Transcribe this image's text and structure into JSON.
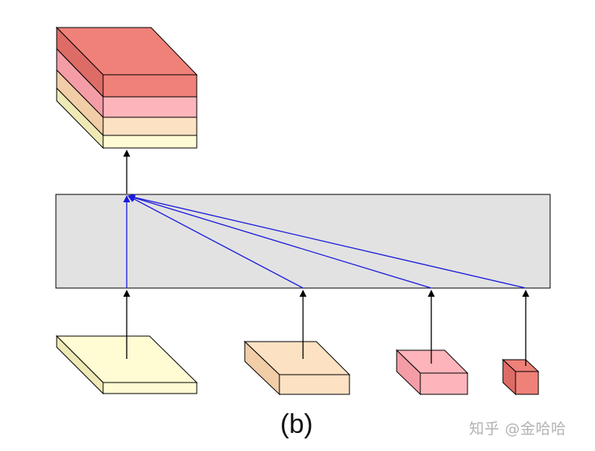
{
  "caption": "(b)",
  "watermark": "知乎 @金哈哈",
  "colors": {
    "level1": "#fffbd3",
    "level1_side": "#efe9b6",
    "level2": "#fde1c3",
    "level2_side": "#f1cda8",
    "level3": "#feb4bb",
    "level3_side": "#f49da7",
    "level4": "#ef8179",
    "level4_side": "#de6c66",
    "module": "#e2e2e2",
    "arrow_black": "#000000",
    "arrow_blue": "#1a1adc"
  },
  "inputs": [
    {
      "id": "feature-map-1",
      "color": "level1"
    },
    {
      "id": "feature-map-2",
      "color": "level2"
    },
    {
      "id": "feature-map-3",
      "color": "level3"
    },
    {
      "id": "feature-map-4",
      "color": "level4"
    }
  ],
  "output_layers": [
    "level4",
    "level3",
    "level2",
    "level1"
  ]
}
